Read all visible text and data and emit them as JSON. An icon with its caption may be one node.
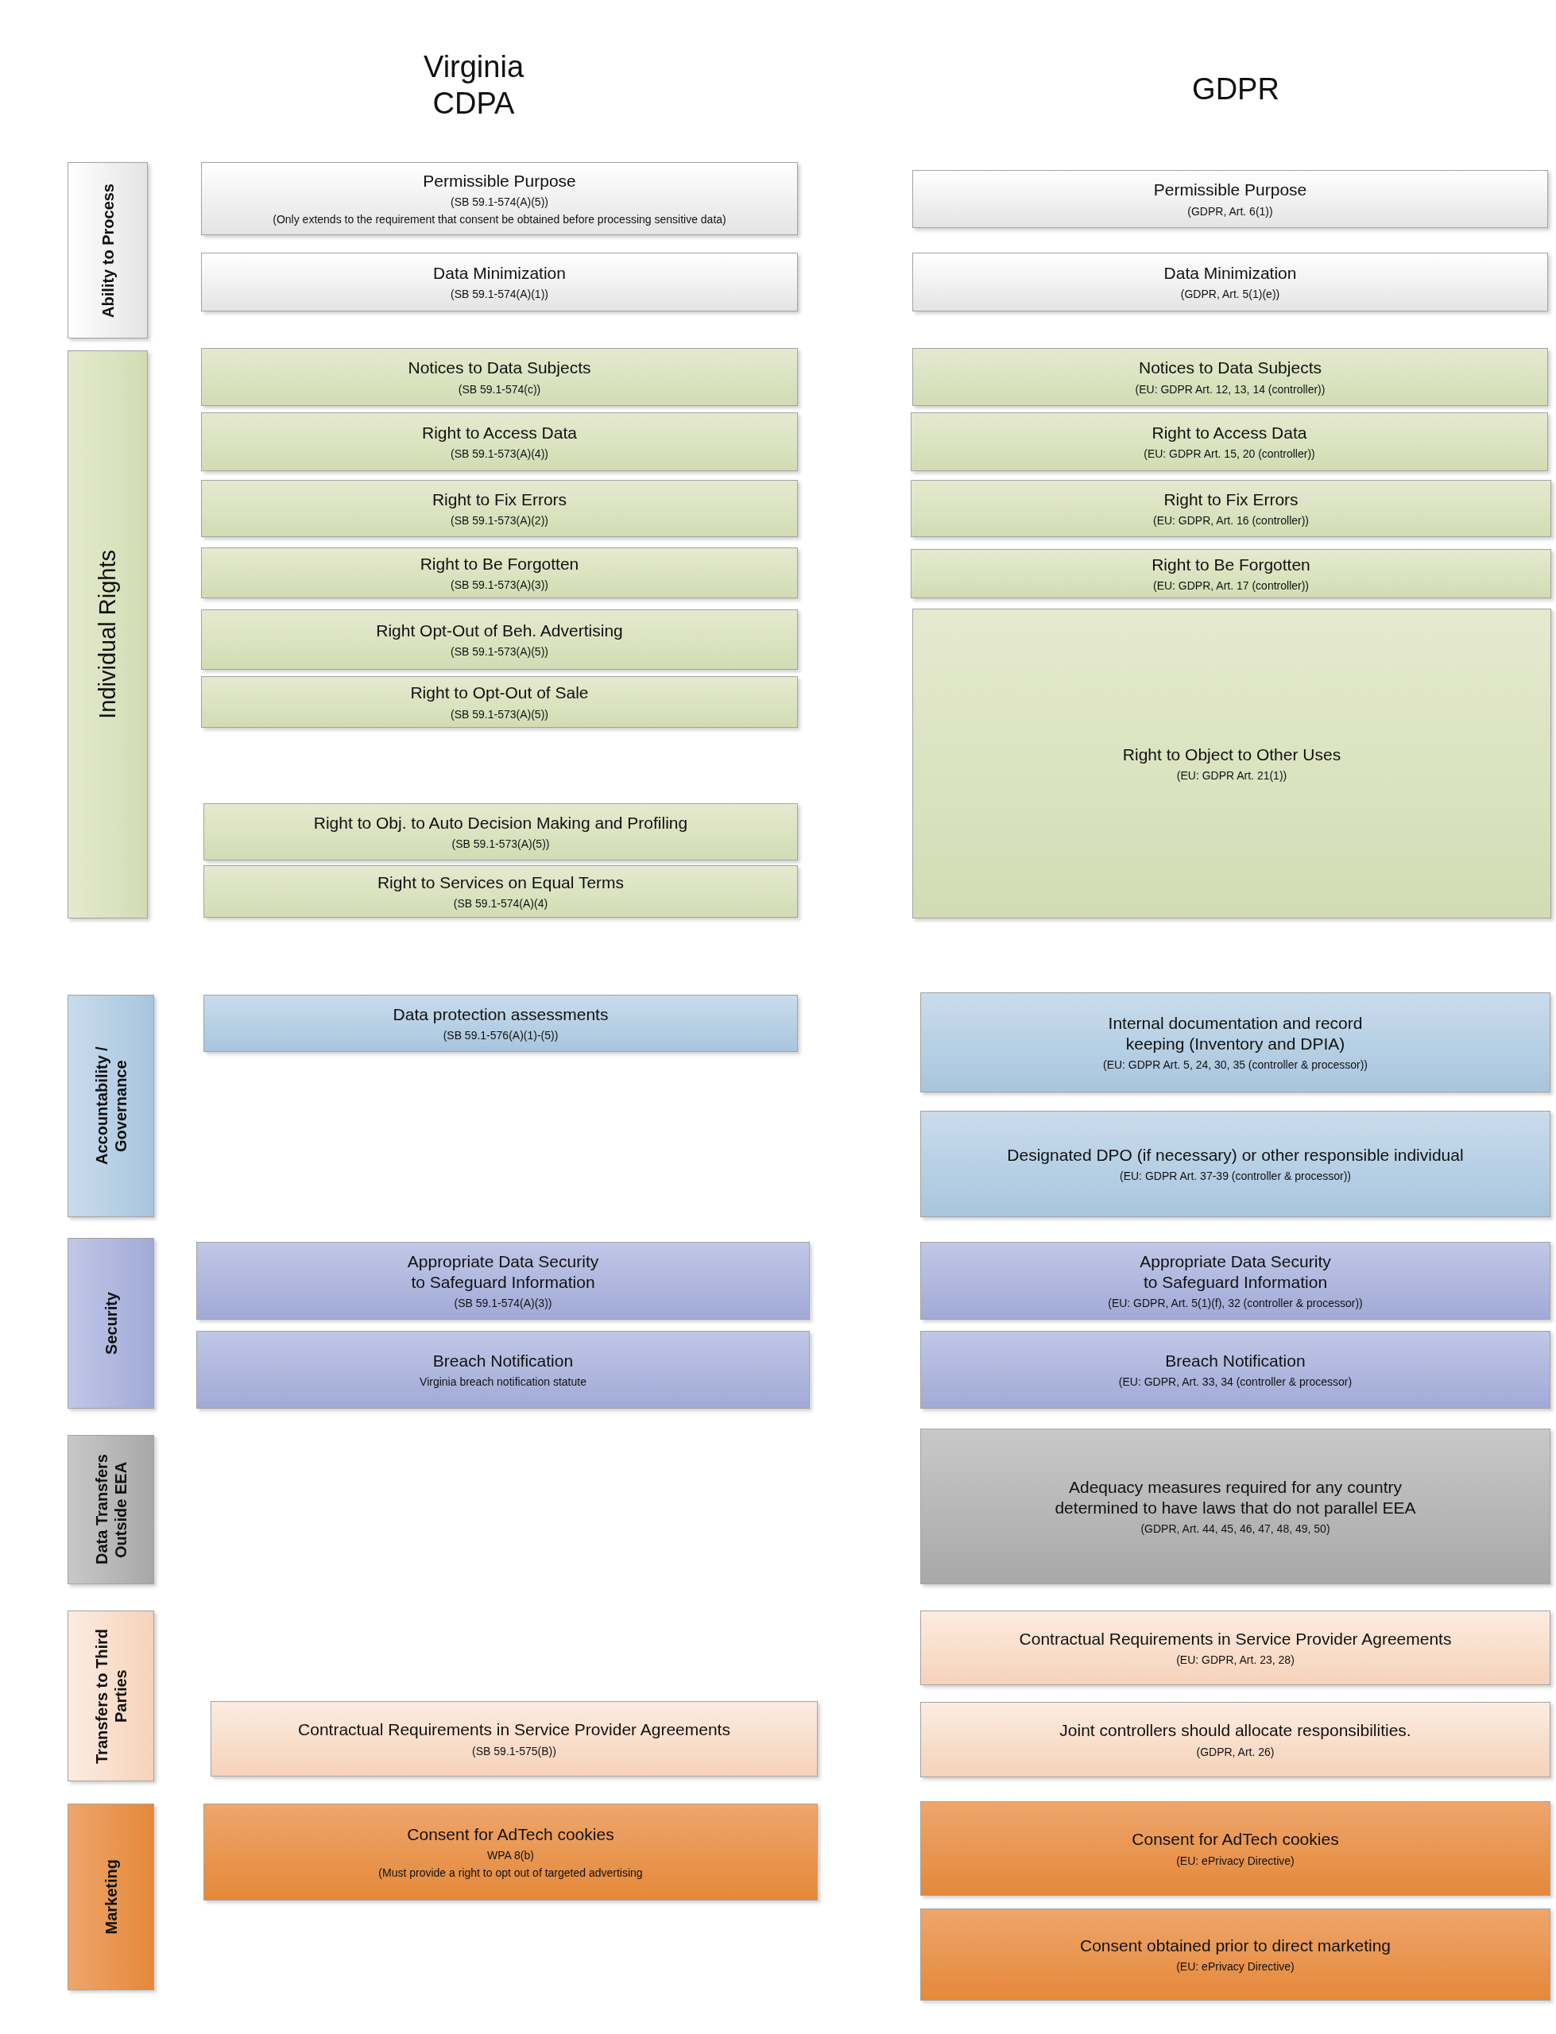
{
  "diagram": {
    "nodes": [
      {
        "text": [
          "Ability to Process"
        ]
      },
      {
        "text": [
          "Permissible Purpose",
          "(SB 59.1-574(A)(5))",
          "(Only extends to the requirement that consent be obtained before processing sensitive data)"
        ]
      },
      {
        "text": [
          "Data Minimization",
          "(SB 59.1-574(A)(1))"
        ]
      },
      {
        "text": [
          "Permissible Purpose",
          "(GDPR, Art. 6(1))"
        ]
      },
      {
        "text": [
          "Data Minimization",
          "(GDPR, Art. 5(1)(e))"
        ]
      },
      {
        "text": [
          "Individual Rights"
        ]
      },
      {
        "text": [
          "Notices to Data Subjects",
          "(SB 59.1-574(c))"
        ]
      },
      {
        "text": [
          "Right to Access Data",
          "(SB 59.1-573(A)(4))"
        ]
      },
      {
        "text": [
          "Right to Fix Errors",
          "(SB 59.1-573(A)(2))"
        ]
      },
      {
        "text": [
          "Right to Be Forgotten",
          "(SB 59.1-573(A)(3))"
        ]
      },
      {
        "text": [
          "Right Opt-Out of Beh. Advertising",
          "(SB 59.1-573(A)(5))"
        ]
      },
      {
        "text": [
          "Right to Opt-Out of Sale",
          "(SB 59.1-573(A)(5))"
        ]
      },
      {
        "text": [
          "Right to Obj. to Auto Decision Making and Profiling",
          "(SB 59.1-573(A)(5))"
        ]
      },
      {
        "text": [
          "Right to Services on Equal Terms",
          "(SB 59.1-574(A)(4)"
        ]
      },
      {
        "text": [
          "Notices to Data Subjects",
          "(EU: GDPR Art. 12, 13, 14 (controller))"
        ]
      },
      {
        "text": [
          "Right to Access Data",
          "(EU: GDPR Art. 15, 20 (controller))"
        ]
      },
      {
        "text": [
          "Right to Fix Errors",
          "(EU: GDPR, Art. 16 (controller))"
        ]
      },
      {
        "text": [
          "Right to Be Forgotten",
          "(EU: GDPR, Art. 17 (controller))"
        ]
      },
      {
        "text": [
          "Right to Object to Other Uses",
          "(EU: GDPR Art. 21(1))"
        ]
      },
      {
        "text": [
          "Accountability / Governance"
        ]
      },
      {
        "text": [
          "Data protection assessments",
          "(SB 59.1-576(A)(1)-(5))"
        ]
      },
      {
        "text": [
          "Internal documentation and record keeping (Inventory and DPIA)",
          "(EU: GDPR Art. 5, 24, 30, 35 (controller & processor))"
        ]
      },
      {
        "text": [
          "Designated DPO (if necessary) or other responsible individual",
          "(EU: GDPR Art. 37-39 (controller & processor))"
        ]
      },
      {
        "text": [
          "Security"
        ]
      },
      {
        "text": [
          "Appropriate Data Security to Safeguard Information",
          "(SB 59.1-574(A)(3))"
        ]
      },
      {
        "text": [
          "Breach Notification",
          "Virginia breach notification statute"
        ]
      },
      {
        "text": [
          "Appropriate Data Security to Safeguard Information",
          "(EU: GDPR, Art. 5(1)(f), 32 (controller & processor))"
        ]
      },
      {
        "text": [
          "Breach Notification",
          "(EU: GDPR, Art. 33, 34 (controller & processor)"
        ]
      },
      {
        "text": [
          "Data Transfers Outside EEA"
        ]
      },
      {
        "text": [
          "Adequacy measures required for any country determined to have laws that do not parallel EEA",
          "(GDPR, Art. 44, 45, 46, 47, 48, 49, 50)"
        ]
      },
      {
        "text": [
          "Transfers to Third Parties"
        ]
      },
      {
        "text": [
          "Contractual Requirements in Service Provider Agreements",
          "(SB 59.1-575(B))"
        ]
      },
      {
        "text": [
          "Contractual Requirements in Service Provider Agreements",
          "(EU: GDPR, Art. 23, 28)"
        ]
      },
      {
        "text": [
          "Joint controllers should allocate responsibilities.",
          "(GDPR, Art. 26)"
        ]
      },
      {
        "text": [
          "Marketing"
        ]
      },
      {
        "text": [
          "Consent for AdTech cookies",
          "WPA 8(b)",
          "(Must provide a right to opt out of targeted advertising"
        ]
      },
      {
        "text": [
          "Consent for AdTech cookies",
          "(EU: ePrivacy Directive)"
        ]
      },
      {
        "text": [
          "Consent obtained prior to direct marketing",
          "(EU: ePrivacy Directive)"
        ]
      }
    ],
    "labels": [
      "Virginia CDPA",
      "GDPR"
    ]
  }
}
